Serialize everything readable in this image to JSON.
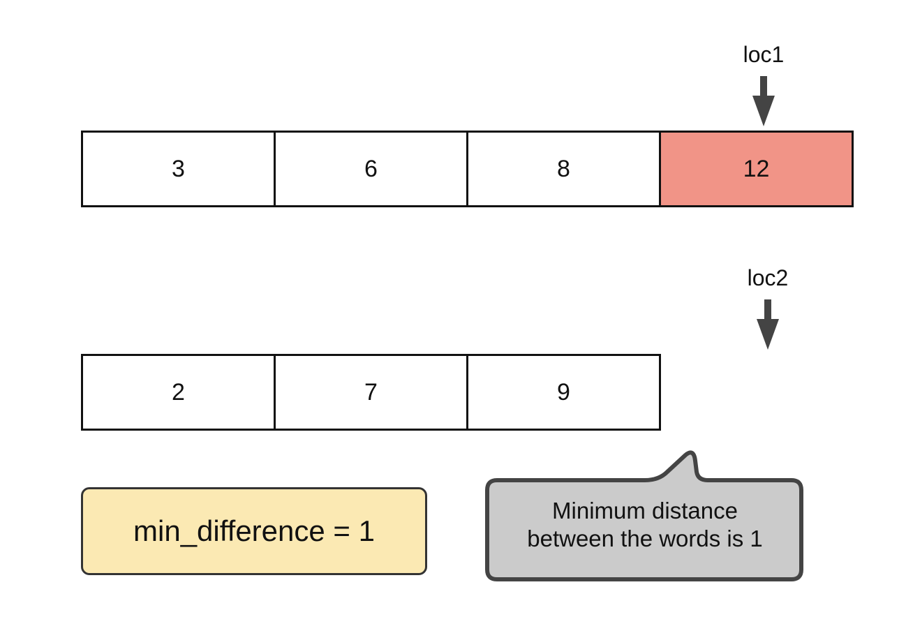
{
  "arrays": [
    {
      "name": "loc1-array",
      "values": [
        "3",
        "6",
        "8",
        "12"
      ],
      "highlight_index": 3
    },
    {
      "name": "loc2-array",
      "values": [
        "2",
        "7",
        "9"
      ],
      "highlight_index": null
    }
  ],
  "pointers": {
    "loc1": {
      "label": "loc1"
    },
    "loc2": {
      "label": "loc2"
    }
  },
  "min_box": {
    "text": "min_difference = 1"
  },
  "callout": {
    "line1": "Minimum distance",
    "line2": "between the words is 1"
  },
  "colors": {
    "highlight": "#f19487",
    "min_box_fill": "#fbe9b3",
    "callout_fill": "#cbcbcb",
    "arrow": "#444444"
  }
}
